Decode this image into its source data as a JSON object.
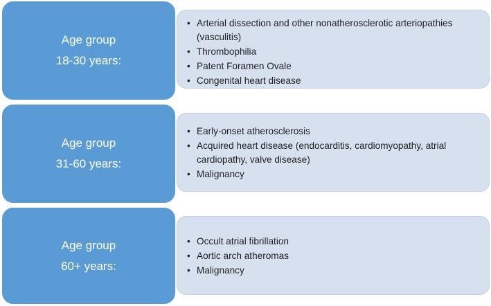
{
  "groups": [
    {
      "label_line1": "Age group",
      "label_line2": "18-30 years:",
      "items": [
        "Arterial dissection and other nonatherosclerotic arteriopathies (vasculitis)",
        "Thrombophilia",
        "Patent Foramen Ovale",
        "Congenital heart disease"
      ]
    },
    {
      "label_line1": "Age group",
      "label_line2": "31-60 years:",
      "items": [
        "Early-onset atherosclerosis",
        "Acquired heart disease (endocarditis, cardiomyopathy, atrial cardiopathy, valve disease)",
        "Malignancy"
      ]
    },
    {
      "label_line1": "Age group",
      "label_line2": "60+ years:",
      "items": [
        "Occult atrial fibrillation",
        "Aortic arch atheromas",
        "Malignancy"
      ]
    }
  ],
  "colors": {
    "label_fill": "#5b9bd5",
    "details_fill": "#d6e0ee",
    "text": "#1f1f1f"
  },
  "bullet_glyph": "•"
}
